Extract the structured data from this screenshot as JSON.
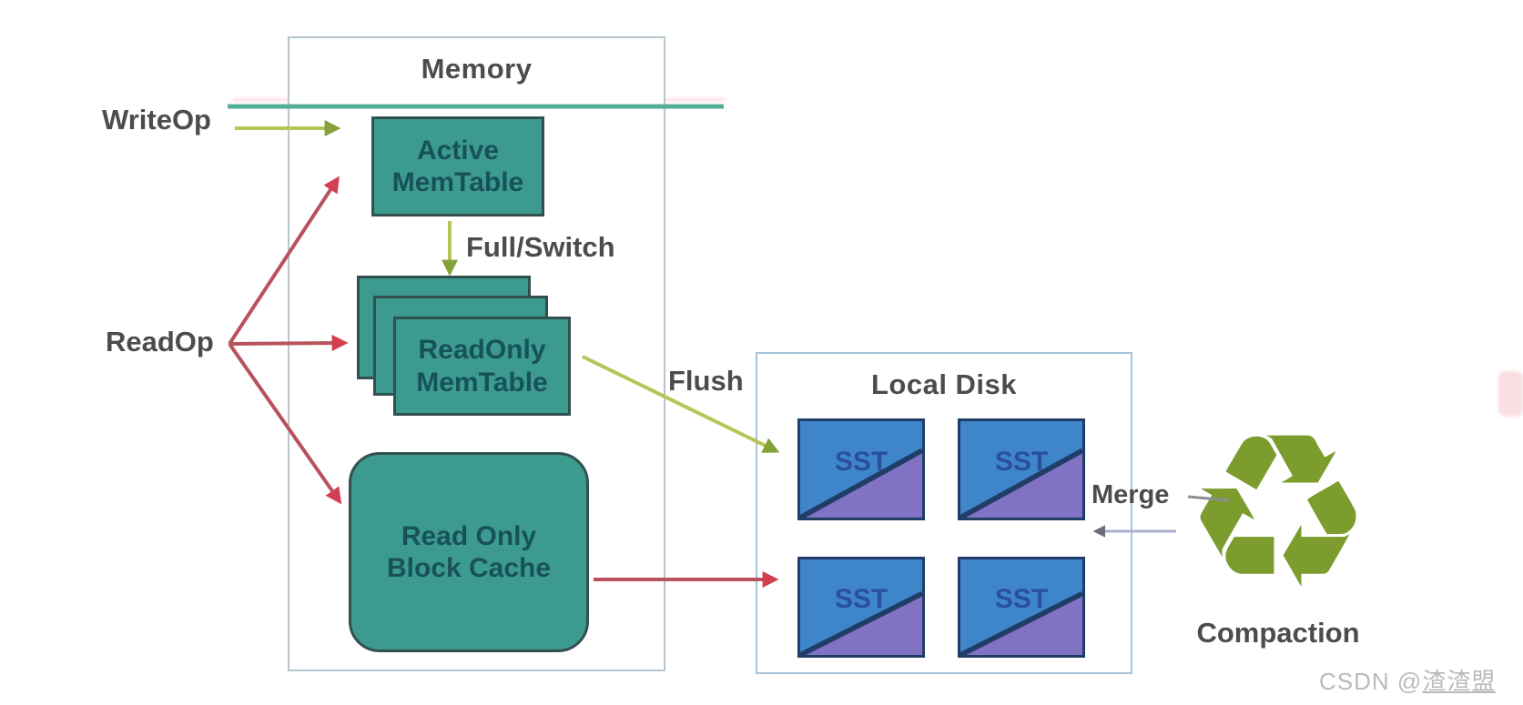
{
  "colors": {
    "teal_box_fill": "#3c9b8e",
    "teal_box_border": "#31504f",
    "teal_box_text": "#17525a",
    "container_border_memory": "#b7c6cd",
    "container_border_disk": "#a6c4da",
    "label_text": "#4c4c4c",
    "wal_line": "#54ad97",
    "olive_arrow": "#b7c457",
    "olive_arrowhead": "#84a23a",
    "red_arrow": "#b8525d",
    "red_arrowhead": "#d23f4e",
    "merge_arrow": "#aab0d0",
    "merge_arrowhead": "#6b7076",
    "sst_blue": "#3e86c9",
    "sst_purple": "#8172c3",
    "sst_navy": "#203d68",
    "sst_text": "#2a4f9f",
    "recycle_green": "#7c9c2d",
    "watermark_gray": "#b7bbbe"
  },
  "memory": {
    "title": "Memory",
    "active_memtable": [
      "Active",
      "MemTable"
    ],
    "readonly_memtable": [
      "ReadOnly",
      "MemTable"
    ],
    "block_cache": [
      "Read Only",
      "Block Cache"
    ]
  },
  "local_disk": {
    "title": "Local Disk",
    "sst": [
      "SST",
      "SST",
      "SST",
      "SST"
    ]
  },
  "labels": {
    "write_op": "WriteOp",
    "read_op": "ReadOp",
    "full_switch": "Full/Switch",
    "flush": "Flush",
    "merge": "Merge",
    "compaction": "Compaction"
  },
  "icons": {
    "recycle": "♻"
  },
  "watermark": {
    "text": "CSDN @渣渣盟",
    "prefix": "CSDN ",
    "at": "@",
    "name": "渣渣盟"
  }
}
